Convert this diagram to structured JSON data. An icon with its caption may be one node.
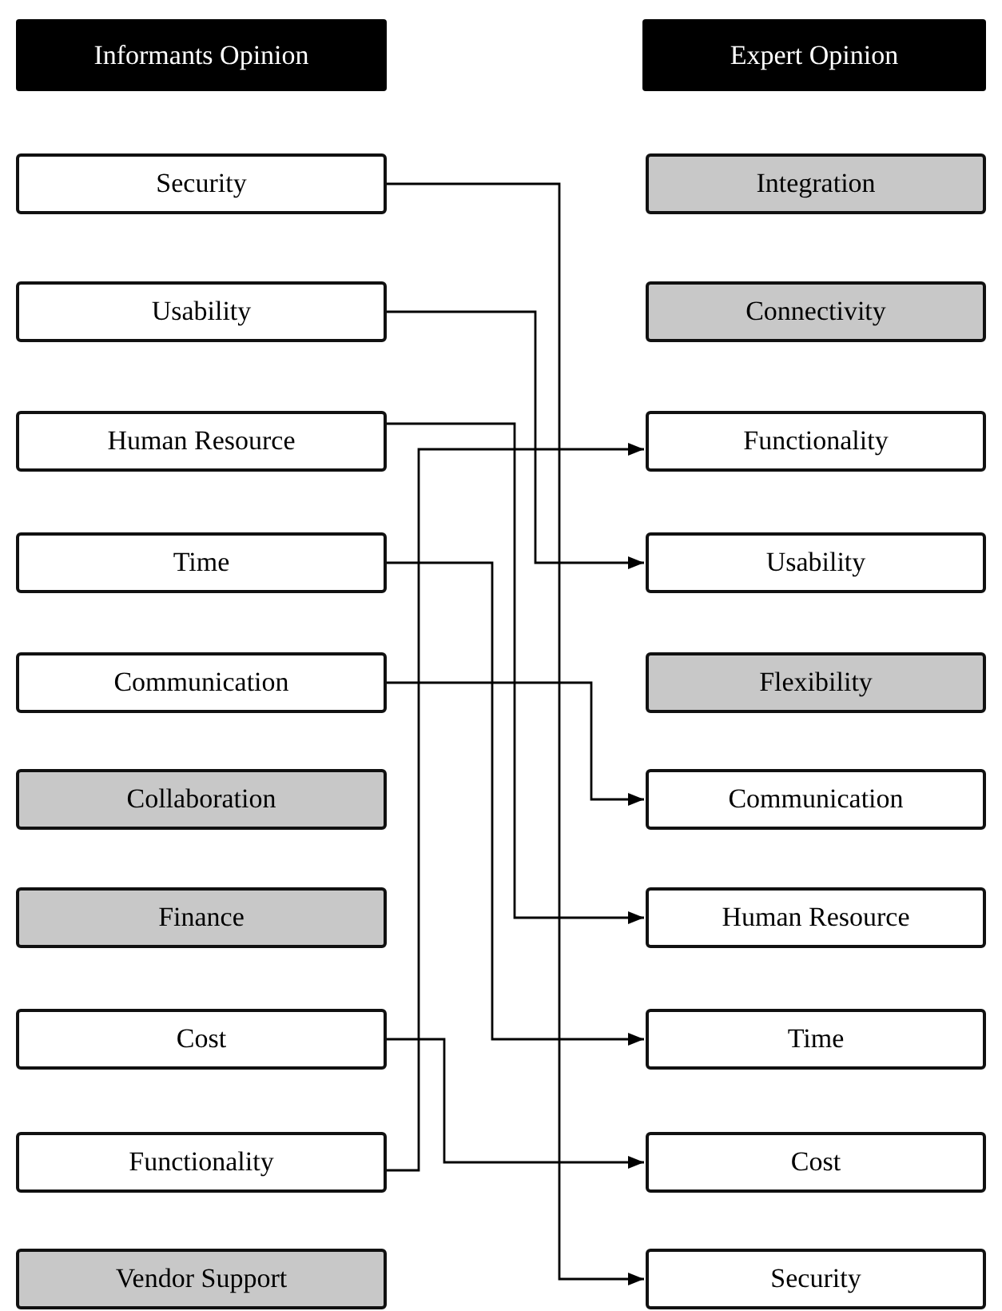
{
  "diagram": {
    "nodes": [
      {
        "text": [
          "Informants Opinion"
        ]
      },
      {
        "text": [
          "Expert Opinion"
        ]
      },
      {
        "text": [
          "Security"
        ]
      },
      {
        "text": [
          "Usability"
        ]
      },
      {
        "text": [
          "Human Resource"
        ]
      },
      {
        "text": [
          "Time"
        ]
      },
      {
        "text": [
          "Communication"
        ]
      },
      {
        "text": [
          "Collaboration"
        ]
      },
      {
        "text": [
          "Finance"
        ]
      },
      {
        "text": [
          "Cost"
        ]
      },
      {
        "text": [
          "Functionality"
        ]
      },
      {
        "text": [
          "Vendor Support"
        ]
      },
      {
        "text": [
          "Integration"
        ]
      },
      {
        "text": [
          "Connectivity"
        ]
      },
      {
        "text": [
          "Functionality"
        ]
      },
      {
        "text": [
          "Usability"
        ]
      },
      {
        "text": [
          "Flexibility"
        ]
      },
      {
        "text": [
          "Communication"
        ]
      },
      {
        "text": [
          "Human Resource"
        ]
      },
      {
        "text": [
          "Time"
        ]
      },
      {
        "text": [
          "Cost"
        ]
      },
      {
        "text": [
          "Security"
        ]
      }
    ],
    "edges": [
      {
        "from": 2,
        "to": 21,
        "arrow": "to"
      },
      {
        "from": 3,
        "to": 15,
        "arrow": "to"
      },
      {
        "from": 4,
        "to": 18,
        "arrow": "to"
      },
      {
        "from": 10,
        "to": 14,
        "arrow": "to"
      },
      {
        "from": 5,
        "to": 19,
        "arrow": "to"
      },
      {
        "from": 6,
        "to": 17,
        "arrow": "to"
      },
      {
        "from": 9,
        "to": 20,
        "arrow": "to"
      }
    ]
  }
}
